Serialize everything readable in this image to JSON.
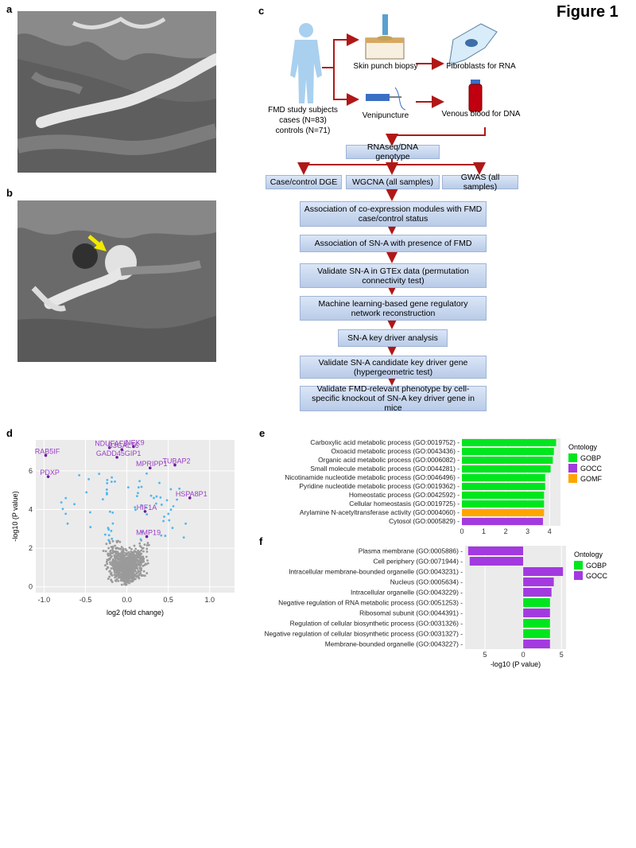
{
  "figure_title": "Figure 1",
  "panels": {
    "a": "a",
    "b": "b",
    "c": "c",
    "d": "d",
    "e": "e",
    "f": "f"
  },
  "colors": {
    "green": "#00e61e",
    "purple": "#a23ae0",
    "orange": "#ffa500",
    "flow_arrow": "#b01818",
    "volcano_sig": "#4fb6ee",
    "volcano_ns": "#9a9a9a",
    "gene_label": "#9b3dc8"
  },
  "flow": {
    "subjects_line1": "FMD study subjects",
    "subjects_line2": "cases (N=83)",
    "subjects_line3": "controls (N=71)",
    "skin": "Skin punch biopsy",
    "fibro": "Fibroblasts for RNA",
    "veni": "Venipuncture",
    "blood": "Venous blood for DNA",
    "rnaseq": "RNAseq/DNA genotype",
    "dge": "Case/control DGE",
    "wgcna": "WGCNA (all samples)",
    "gwas": "GWAS (all samples)",
    "step1": "Association of co-expression modules with FMD case/control status",
    "step2": "Association of SN-A with presence of FMD",
    "step3": "Validate SN-A in GTEx data (permutation connectivity test)",
    "step4": "Machine learning-based gene regulatory network reconstruction",
    "step5": "SN-A key driver analysis",
    "step6": "Validate SN-A candidate key driver gene (hypergeometric test)",
    "step7": "Validate FMD-relevant phenotype by cell-specific knockout of SN-A key driver gene in mice"
  },
  "chart_data": [
    {
      "id": "d",
      "type": "scatter",
      "xlabel": "log2 (fold change)",
      "ylabel": "-log10 (P value)",
      "xlim": [
        -1.1,
        1.3
      ],
      "ylim": [
        -0.3,
        7.6
      ],
      "xticks": [
        "-1.0",
        "-0.5",
        "0.0",
        "0.5",
        "1.0"
      ],
      "yticks": [
        "0",
        "2",
        "4",
        "6"
      ],
      "labeled_genes": [
        {
          "name": "NDUFAF8",
          "x": -0.21,
          "y": 7.2
        },
        {
          "name": "B3GALT6",
          "x": -0.06,
          "y": 7.1
        },
        {
          "name": "NEK9",
          "x": 0.08,
          "y": 7.25
        },
        {
          "name": "RAB5IF",
          "x": -0.98,
          "y": 6.8
        },
        {
          "name": "GADD45GIP1",
          "x": -0.12,
          "y": 6.7
        },
        {
          "name": "PDXP",
          "x": -0.95,
          "y": 5.7
        },
        {
          "name": "MPRIPP1",
          "x": 0.28,
          "y": 6.15
        },
        {
          "name": "TUBAP2",
          "x": 0.58,
          "y": 6.3
        },
        {
          "name": "HSPA8P1",
          "x": 0.76,
          "y": 4.6
        },
        {
          "name": "HIF1A",
          "x": 0.22,
          "y": 3.9
        },
        {
          "name": "MMP19",
          "x": 0.24,
          "y": 2.6
        }
      ]
    },
    {
      "id": "e",
      "type": "bar",
      "orientation": "horizontal",
      "xlabel": "-log10 (P value)",
      "xlim": [
        0,
        4.5
      ],
      "xticks": [
        "0",
        "1",
        "2",
        "3",
        "4"
      ],
      "legend_title": "Ontology",
      "legend": [
        "GOBP",
        "GOCC",
        "GOMF"
      ],
      "categories": [
        "Carboxylic acid metabolic process (GO:0019752)",
        "Oxoacid metabolic process (GO:0043436)",
        "Organic acid metabolic process (GO:0006082)",
        "Small molecule metabolic process (GO:0044281)",
        "Nicotinamide nucleotide metabolic process (GO:0046496)",
        "Pyridine nucleotide metabolic process (GO:0019362)",
        "Homeostatic process (GO:0042592)",
        "Cellular homeostasis (GO:0019725)",
        "Arylamine N-acetyltransferase activity (GO:0004060)",
        "Cytosol (GO:0005829)"
      ],
      "values": [
        4.3,
        4.2,
        4.15,
        4.05,
        3.8,
        3.8,
        3.75,
        3.75,
        3.75,
        3.7
      ],
      "ontology": [
        "GOBP",
        "GOBP",
        "GOBP",
        "GOBP",
        "GOBP",
        "GOBP",
        "GOBP",
        "GOBP",
        "GOMF",
        "GOCC"
      ]
    },
    {
      "id": "f",
      "type": "bar",
      "orientation": "horizontal",
      "xlabel": "-log10 (P value)",
      "xlim": [
        -7.6,
        5.6
      ],
      "xticks": [
        "5",
        "0",
        "5"
      ],
      "xtick_values": [
        -5,
        0,
        5
      ],
      "legend_title": "Ontology",
      "legend": [
        "GOBP",
        "GOCC"
      ],
      "categories": [
        "Plasma membrane (GO:0005886)",
        "Cell periphery (GO:0071944)",
        "Intracellular membrane-bounded organelle (GO:0043231)",
        "Nucleus (GO:0005634)",
        "Intracellular organelle (GO:0043229)",
        "Negative regulation of RNA metabolic process (GO:0051253)",
        "Ribosomal subunit (GO:0044391)",
        "Regulation of cellular biosynthetic process (GO:0031326)",
        "Negative regulation of cellular biosynthetic process (GO:0031327)",
        "Membrane-bounded organelle (GO:0043227)"
      ],
      "values": [
        -7.2,
        -7.0,
        5.2,
        4.0,
        3.7,
        3.5,
        3.5,
        3.5,
        3.5,
        3.5
      ],
      "ontology": [
        "GOCC",
        "GOCC",
        "GOCC",
        "GOCC",
        "GOCC",
        "GOBP",
        "GOCC",
        "GOBP",
        "GOBP",
        "GOCC"
      ]
    }
  ]
}
